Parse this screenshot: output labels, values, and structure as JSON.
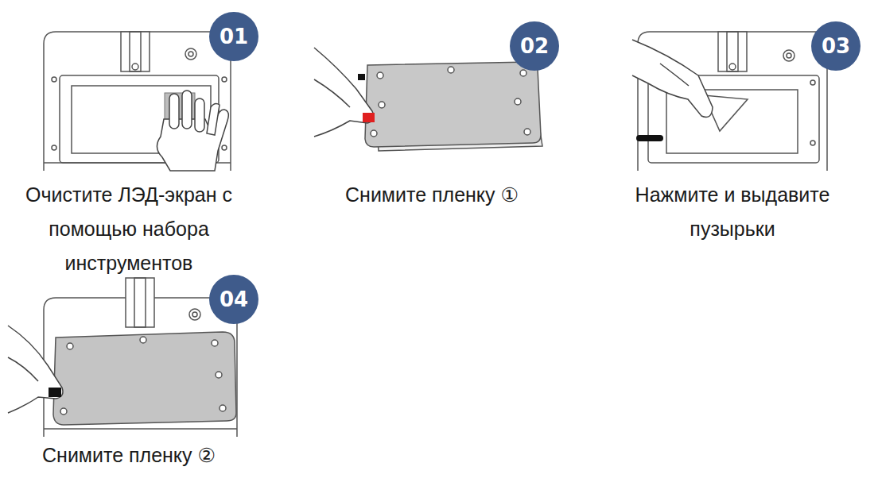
{
  "diagram": {
    "nodes": [
      {
        "text": [
          "01"
        ]
      },
      {
        "text": [
          "02"
        ]
      },
      {
        "text": [
          "03"
        ]
      },
      {
        "text": [
          "04"
        ]
      }
    ],
    "labels": [
      "Очистите ЛЭД-экран с помощью набора инструментов",
      "Снимите пленку ①",
      "Нажмите и выдавите пузырьки",
      "Снимите пленку ②"
    ]
  }
}
